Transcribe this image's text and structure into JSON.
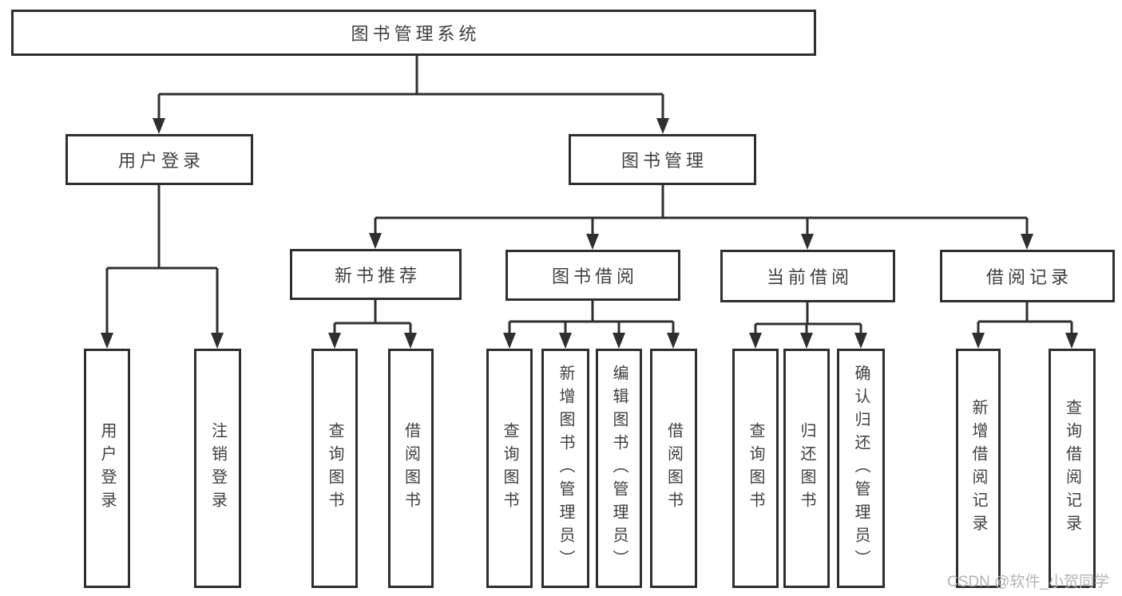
{
  "colors": {
    "ink": "#2f2f2f",
    "text": "#3f3f3f",
    "watermark": "#b4b4b4",
    "background": "#ffffff"
  },
  "watermark": "CSDN @软件_小贺同学",
  "tree": {
    "label": "图书管理系统",
    "children": [
      {
        "label": "用户登录",
        "children": [
          {
            "label": "用户登录"
          },
          {
            "label": "注销登录"
          }
        ]
      },
      {
        "label": "图书管理",
        "children": [
          {
            "label": "新书推荐",
            "children": [
              {
                "label": "查询图书"
              },
              {
                "label": "借阅图书"
              }
            ]
          },
          {
            "label": "图书借阅",
            "children": [
              {
                "label": "查询图书"
              },
              {
                "label": "新增图书（管理员）"
              },
              {
                "label": "编辑图书（管理员）"
              },
              {
                "label": "借阅图书"
              }
            ]
          },
          {
            "label": "当前借阅",
            "children": [
              {
                "label": "查询图书"
              },
              {
                "label": "归还图书"
              },
              {
                "label": "确认归还（管理员）"
              }
            ]
          },
          {
            "label": "借阅记录",
            "children": [
              {
                "label": "新增借阅记录"
              },
              {
                "label": "查询借阅记录"
              }
            ]
          }
        ]
      }
    ]
  }
}
